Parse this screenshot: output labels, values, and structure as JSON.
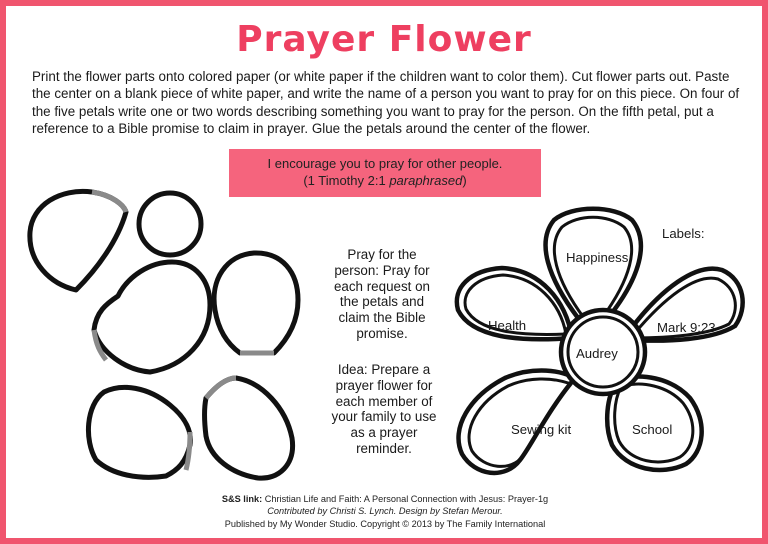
{
  "title": "Prayer Flower",
  "intro": "Print the flower parts onto colored paper (or white paper if the children want to color them). Cut flower parts out. Paste the center on a blank piece of white paper, and write the name of a person you want to pray for on this piece. On four of the five petals write one or two words describing something you want to pray for the person. On the fifth petal, put a reference to a Bible promise to claim in prayer. Glue the petals around the center of the flower.",
  "verse": {
    "line1": "I encourage you to pray for other people.",
    "ref_open": "(1 Timothy 2:1 ",
    "ref_italic": "paraphrased",
    "ref_close": ")"
  },
  "notes": {
    "pray": "Pray for the person: Pray for each request on the petals and claim the Bible promise.",
    "idea": "Idea: Prepare a prayer flower for each member of your family to use as a prayer reminder."
  },
  "labels": {
    "heading": "Labels:",
    "top": "Happiness",
    "left": "Health",
    "right": "Mark 9:23",
    "center": "Audrey",
    "bottom_left": "Sewing kit",
    "bottom_right": "School"
  },
  "credits": {
    "link_label": "S&S link:",
    "link_text": "Christian Life and Faith: A Personal Connection with Jesus: Prayer-1g",
    "contributed": "Contributed by Christi S. Lynch. Design by Stefan Merour.",
    "published": "Published by My Wonder Studio. Copyright © 2013 by The Family International"
  },
  "colors": {
    "accent": "#ee3f60",
    "verse_box": "#f5647d",
    "outline": "#111111",
    "tab_gray": "#8a8a8a"
  }
}
